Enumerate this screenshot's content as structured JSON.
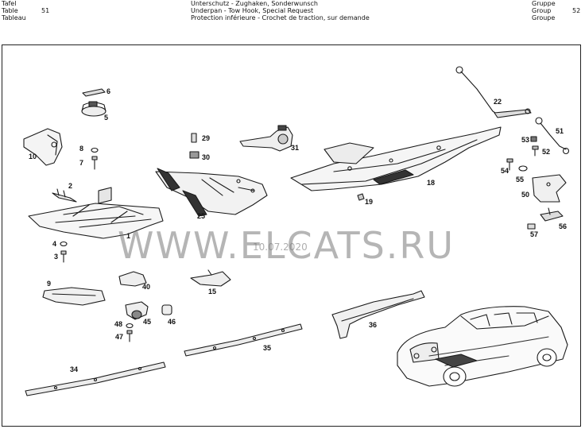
{
  "header": {
    "left_labels": [
      "Tafel",
      "Table",
      "Tableau"
    ],
    "table_number": "51",
    "title_lines": [
      "Unterschutz - Zughaken, Sonderwunsch",
      "Underpan - Tow Hook, Special Request",
      "Protection inférieure - Crochet de traction, sur demande"
    ],
    "right_labels": [
      "Gruppe",
      "Group",
      "Groupe"
    ],
    "group_number": "52"
  },
  "watermark": {
    "text": "WWW.ELCATS.RU",
    "date": "10.07.2020"
  },
  "part_numbers": {
    "p1": "1",
    "p2": "2",
    "p3": "3",
    "p4": "4",
    "p5": "5",
    "p6": "6",
    "p7": "7",
    "p8": "8",
    "p9": "9",
    "p10": "10",
    "p15": "15",
    "p18": "18",
    "p19": "19",
    "p22": "22",
    "p25": "25",
    "p29": "29",
    "p30": "30",
    "p31": "31",
    "p34": "34",
    "p35": "35",
    "p36": "36",
    "p40": "40",
    "p45": "45",
    "p46": "46",
    "p47": "47",
    "p48": "48",
    "p50": "50",
    "p51": "51",
    "p52": "52",
    "p53": "53",
    "p54": "54",
    "p55": "55",
    "p56": "56",
    "p57": "57"
  }
}
